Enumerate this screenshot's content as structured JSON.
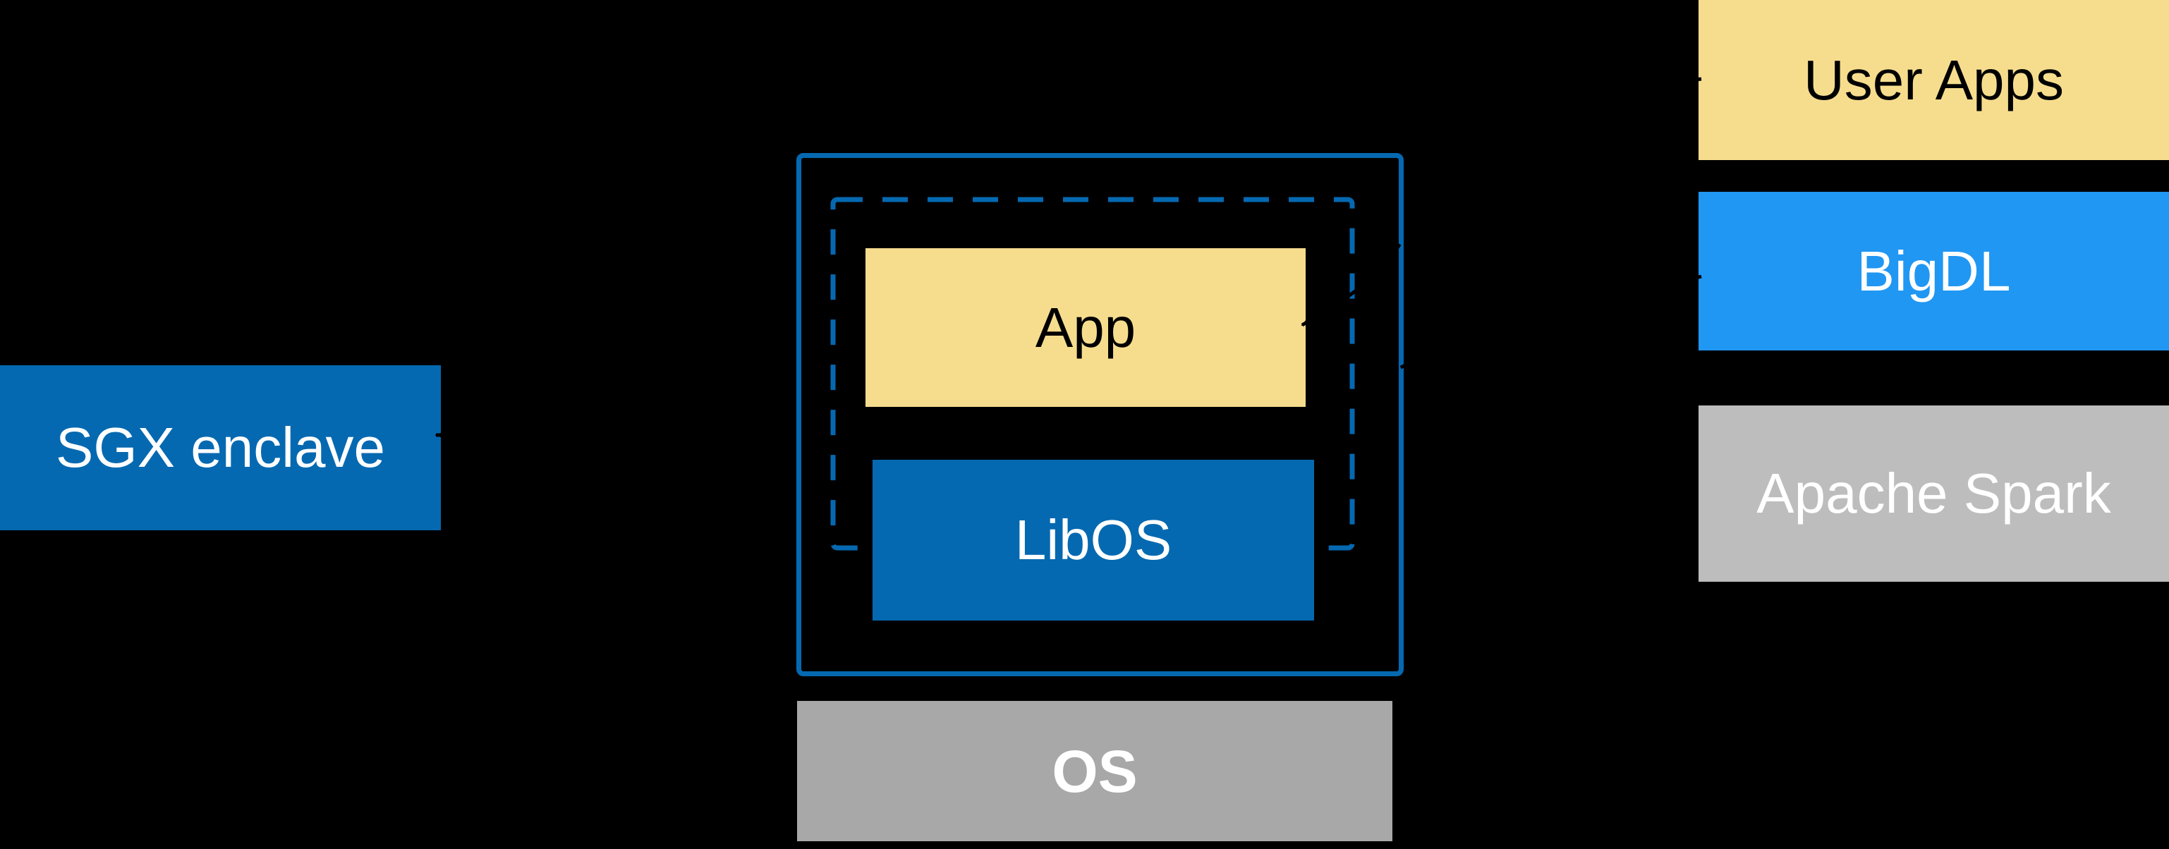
{
  "colors": {
    "background": "#000000",
    "intel_blue": "#0569B1",
    "bright_blue": "#2097F3",
    "yellow": "#F6DD8E",
    "gray_light": "#BDBDBD",
    "gray_dark": "#A8A8A8",
    "black_text": "#000000",
    "white_text": "#FFFFFF",
    "arrow_black": "#000000"
  },
  "sgx": {
    "label": "SGX enclave"
  },
  "enclave": {
    "app_label": "App",
    "libos_label": "LibOS"
  },
  "os": {
    "label": "OS"
  },
  "stack": {
    "user_apps": "User Apps",
    "bigdl": "BigDL",
    "apache_spark": "Apache Spark"
  }
}
